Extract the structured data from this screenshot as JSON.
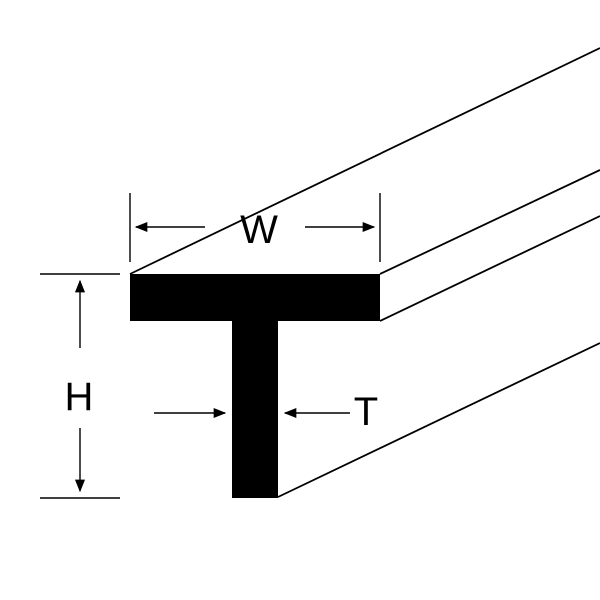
{
  "diagram": {
    "labels": {
      "width": "W",
      "height": "H",
      "thickness": "T"
    },
    "colors": {
      "profile_fill": "#000000",
      "line": "#000000",
      "background": "#ffffff"
    },
    "shape": "T-beam profile in perspective with width, height and thickness dimensions"
  }
}
